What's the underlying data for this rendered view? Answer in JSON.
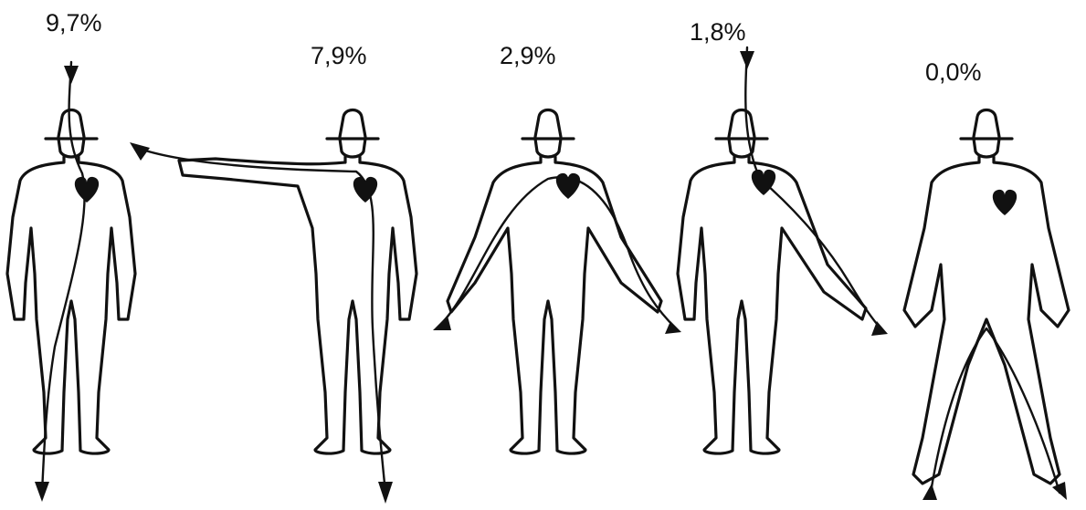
{
  "figures": [
    {
      "id": "head-to-feet",
      "percentage": "9,7%"
    },
    {
      "id": "hand-to-feet",
      "percentage": "7,9%"
    },
    {
      "id": "hand-to-hand",
      "percentage": "2,9%"
    },
    {
      "id": "head-to-hand",
      "percentage": "1,8%"
    },
    {
      "id": "foot-to-foot",
      "percentage": "0,0%"
    }
  ]
}
